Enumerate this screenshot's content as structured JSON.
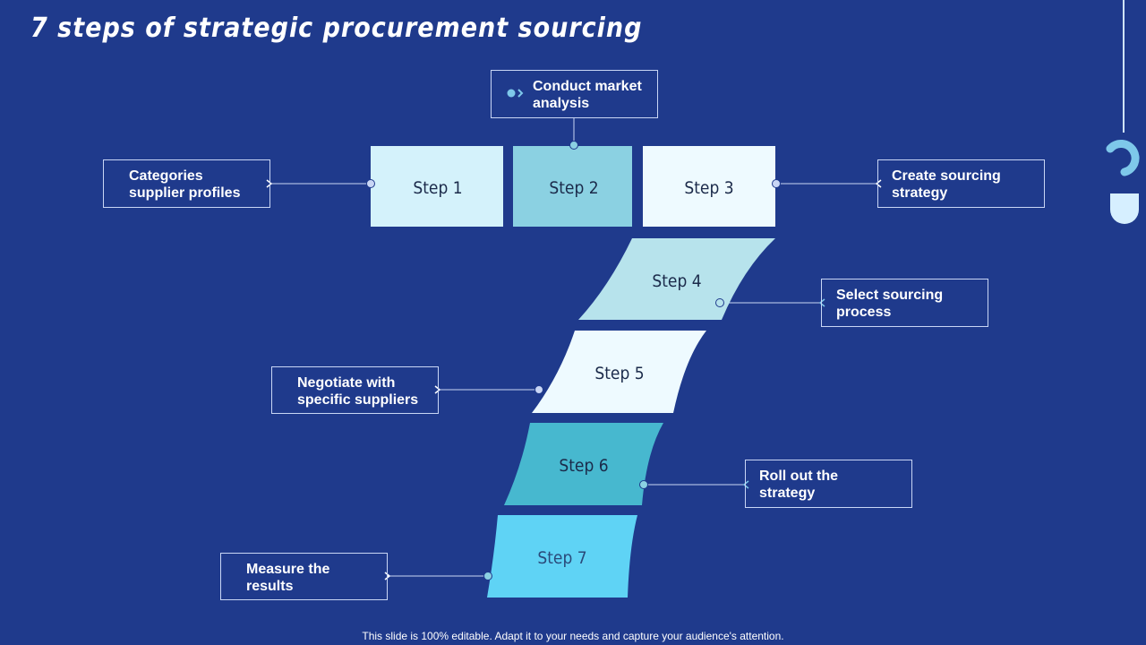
{
  "title": "7 steps of strategic procurement sourcing",
  "footer": "This slide is 100% editable. Adapt it to your needs and capture your audience's attention.",
  "colors": {
    "background": "#1f3a8c",
    "step1": "#d4f2fb",
    "step2": "#8bd1e2",
    "step3": "#eefaff",
    "step4": "#b7e3ec",
    "step5": "#eefaff",
    "step6": "#47b8cf",
    "step7": "#5fd3f5",
    "connector": "#c9d6f5",
    "accent": "#7ec8ea"
  },
  "steps": [
    {
      "label": "Step 1",
      "callout": [
        "Categories",
        "supplier profiles"
      ]
    },
    {
      "label": "Step 2",
      "callout": [
        "Conduct market",
        "analysis"
      ]
    },
    {
      "label": "Step 3",
      "callout": [
        "Create sourcing",
        "strategy"
      ]
    },
    {
      "label": "Step 4",
      "callout": [
        "Select sourcing",
        "process"
      ]
    },
    {
      "label": "Step 5",
      "callout": [
        "Negotiate with",
        "specific suppliers"
      ]
    },
    {
      "label": "Step 6",
      "callout": [
        "Roll out the",
        "strategy"
      ]
    },
    {
      "label": "Step 7",
      "callout": [
        "Measure the",
        "results"
      ]
    }
  ],
  "icons": {
    "market_icon": "dot-arrow-icon",
    "deco_icon": "question-mark-icon"
  }
}
